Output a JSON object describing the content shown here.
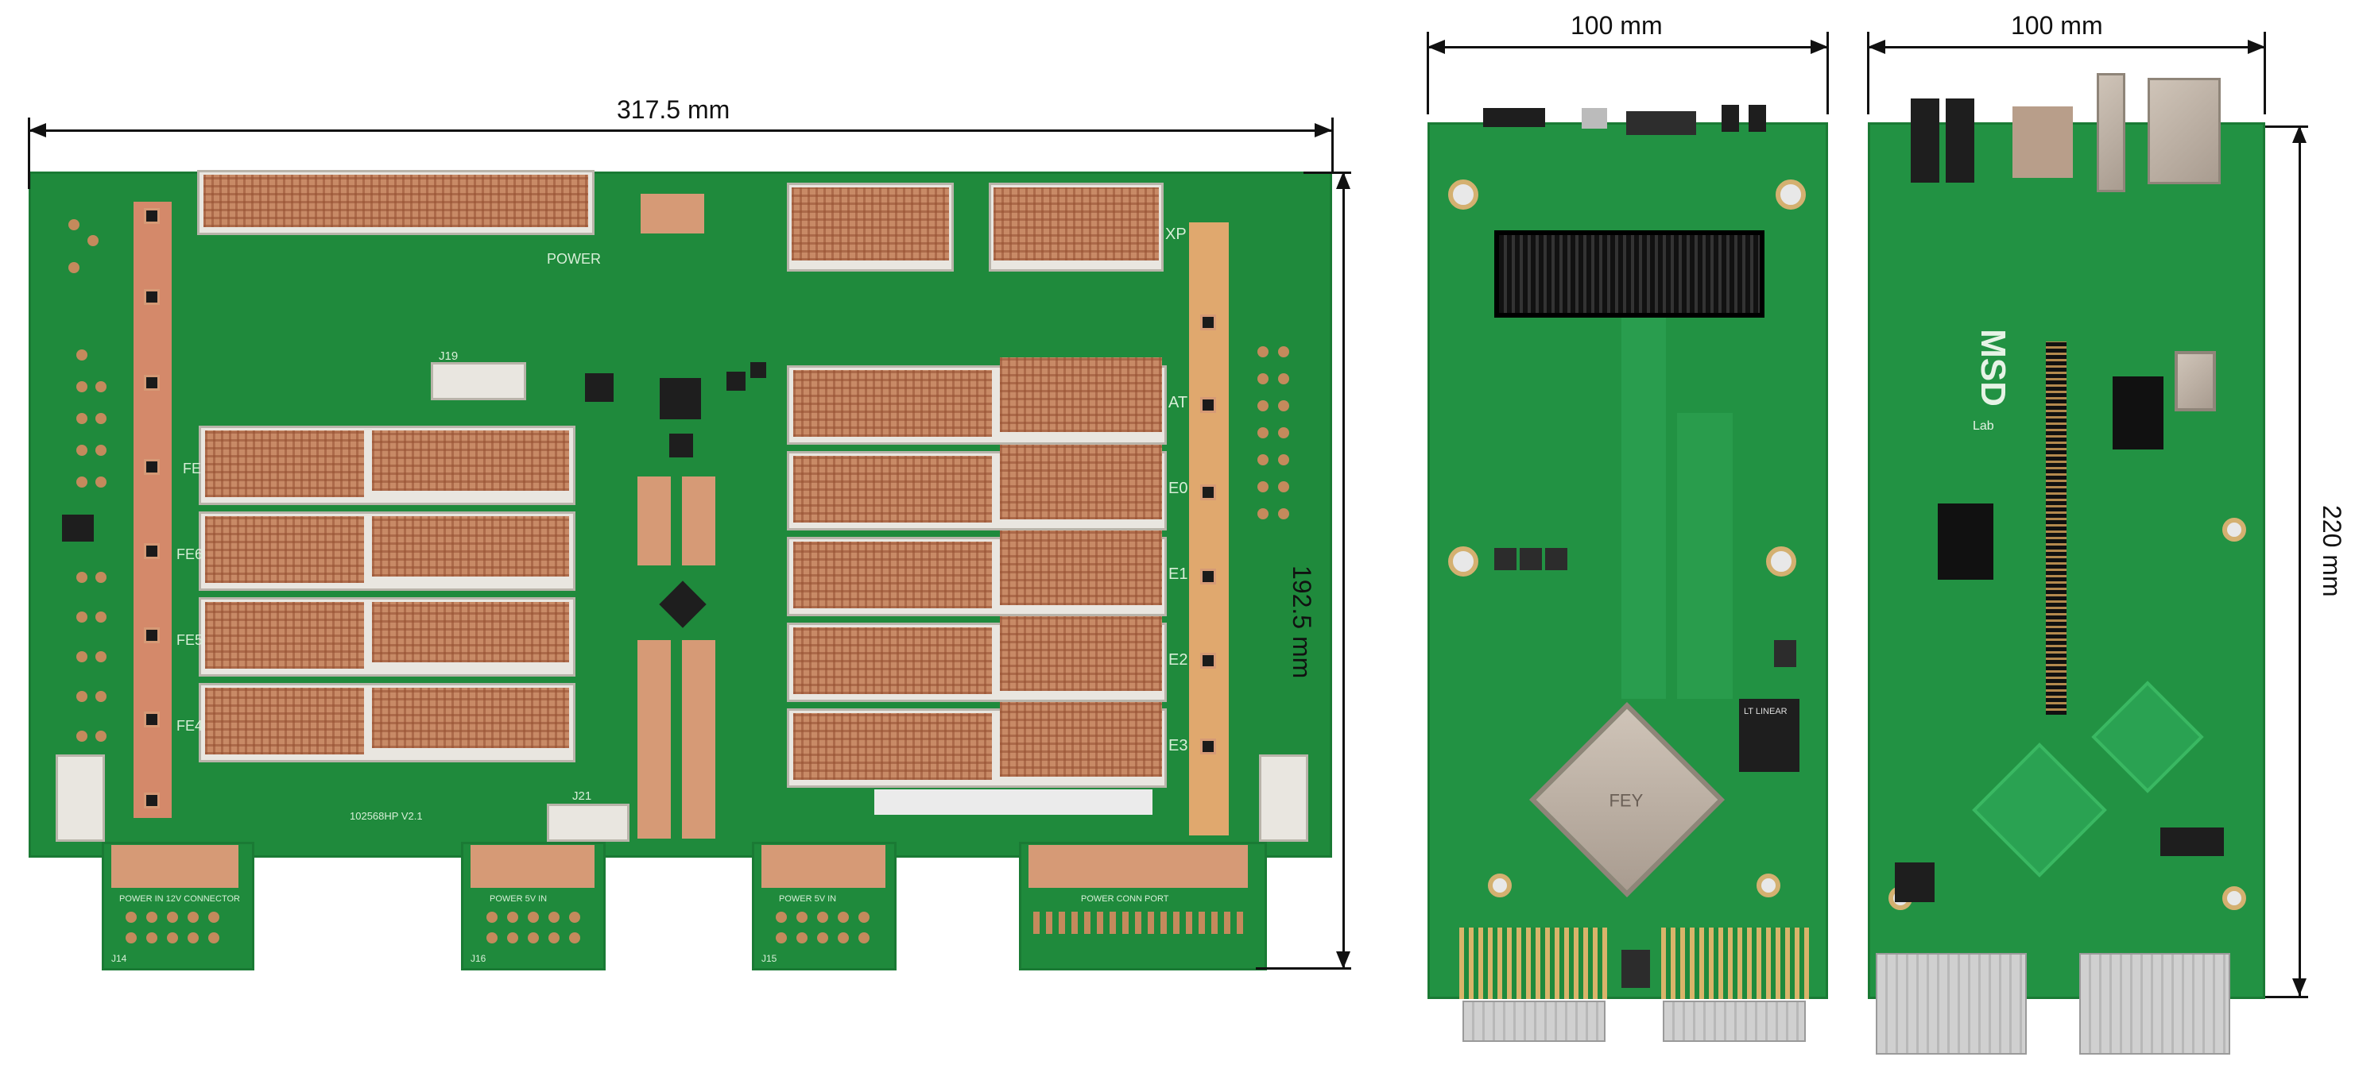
{
  "dimensions": {
    "backplane_width": "317.5 mm",
    "backplane_height": "192.5 mm",
    "board2_width": "100 mm",
    "board3_width": "100 mm",
    "board3_height": "220 mm"
  },
  "silkscreen": {
    "power": "POWER",
    "xp": "XP",
    "gat": "AT",
    "e0": "E0",
    "e1": "E1",
    "e2": "E2",
    "e3": "E3",
    "fe": "FE",
    "fe6": "FE6",
    "fe5": "FE5",
    "fe4": "FE4",
    "j21": "J21",
    "j19": "J19",
    "j14": "J14",
    "j15": "J15",
    "j16": "J16",
    "board_id": "102568HP V2.1",
    "power_12v": "POWER IN 12V CONNECTOR",
    "power_5v_a": "POWER 5V IN",
    "power_5v_b": "POWER 5V IN",
    "power_conn": "POWER CONN PORT",
    "lt_brand": "LT LINEAR",
    "fpga_brand": "FEY",
    "msd_logo": "MSD",
    "msd_sub": "Lab"
  },
  "colors": {
    "pcb_green": "#1f8a3c",
    "copper": "#c98a64",
    "connector": "#e9e6e0"
  }
}
